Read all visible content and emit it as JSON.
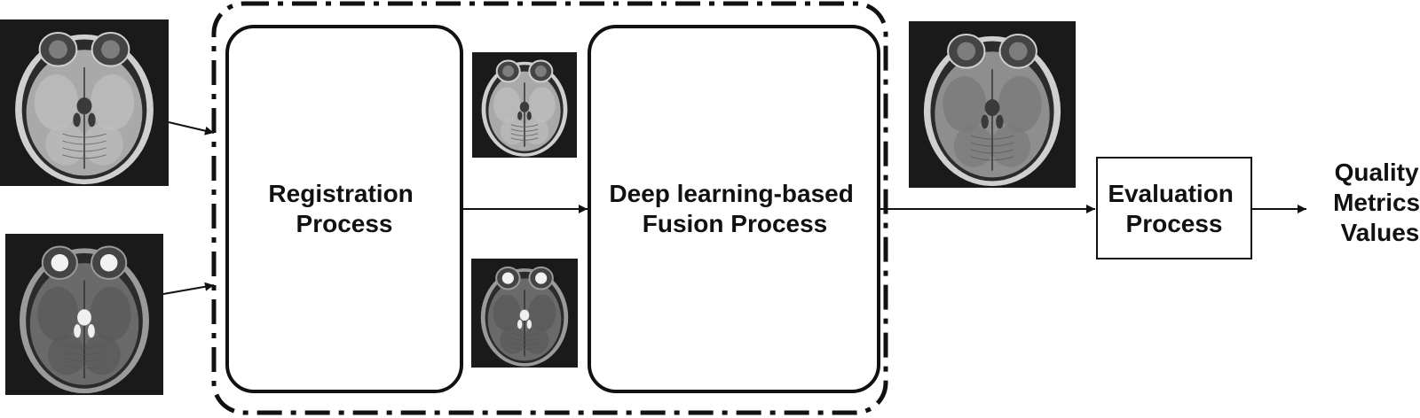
{
  "blocks": {
    "registration": [
      "Registration",
      "Process"
    ],
    "fusion": [
      "Deep learning-based",
      "Fusion Process"
    ],
    "evaluation": [
      "Evaluation",
      "Process"
    ]
  },
  "output": [
    "Quality",
    "Metrics",
    "Values"
  ],
  "images": {
    "input_t1": "brain-mri-t1-axial",
    "input_t2": "brain-mri-t2-axial",
    "registered_t1": "brain-mri-t1-axial-registered",
    "registered_t2": "brain-mri-t2-axial-registered",
    "fused": "brain-mri-fused-axial"
  },
  "colors": {
    "line": "#111111",
    "image_bg": "#1a1a1a"
  }
}
